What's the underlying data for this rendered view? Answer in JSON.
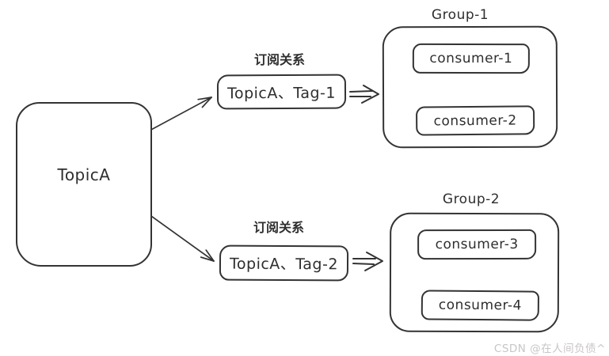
{
  "colors": {
    "stroke": "#333333",
    "background": "#ffffff",
    "watermark_text": "#c9c5c5"
  },
  "diagram": {
    "topic": {
      "label": "TopicA"
    },
    "flows": [
      {
        "relation_label": "订阅关系",
        "subscription": "TopicA、Tag-1",
        "group": {
          "label": "Group-1",
          "consumers": [
            "consumer-1",
            "consumer-2"
          ]
        }
      },
      {
        "relation_label": "订阅关系",
        "subscription": "TopicA、Tag-2",
        "group": {
          "label": "Group-2",
          "consumers": [
            "consumer-3",
            "consumer-4"
          ]
        }
      }
    ]
  },
  "watermark": "CSDN @在人间负债^"
}
